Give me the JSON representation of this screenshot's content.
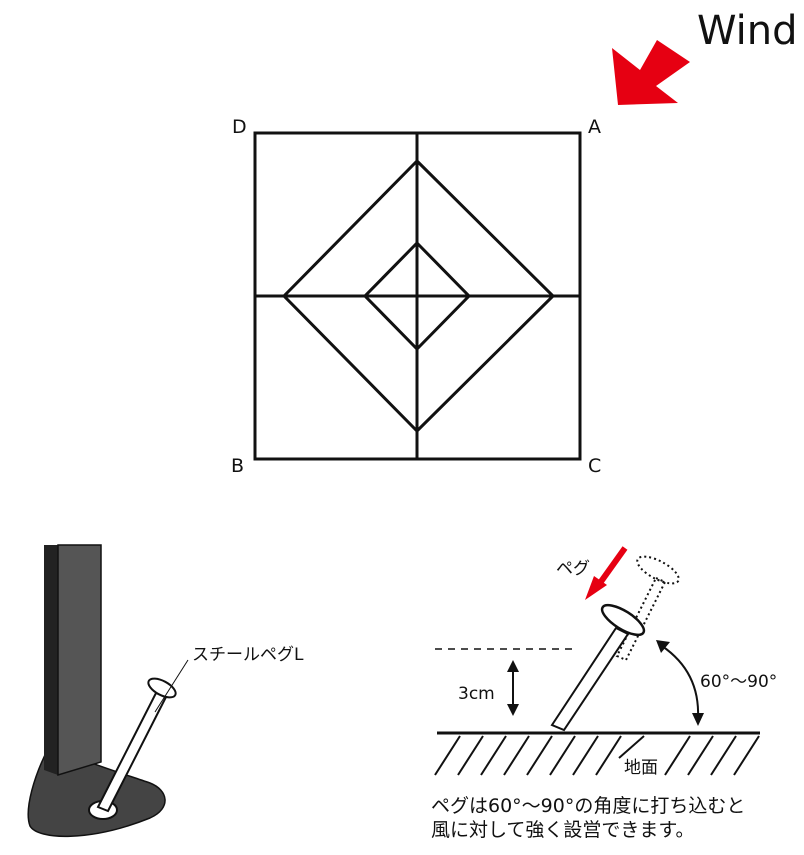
{
  "wind_label": "Wind",
  "corners": {
    "a": "A",
    "b": "B",
    "c": "C",
    "d": "D"
  },
  "peg_name_label": "スチールペグL",
  "peg_label": "ペグ",
  "depth_label": "3cm",
  "angle_label": "60°～90°",
  "ground_label": "地面",
  "note_lines": [
    "ペグは60°～90°の角度に打ち込むと",
    "風に対して強く設営できます。"
  ],
  "colors": {
    "accent": "#e60012",
    "line": "#111111",
    "pole": "#555555",
    "base": "#444444"
  }
}
